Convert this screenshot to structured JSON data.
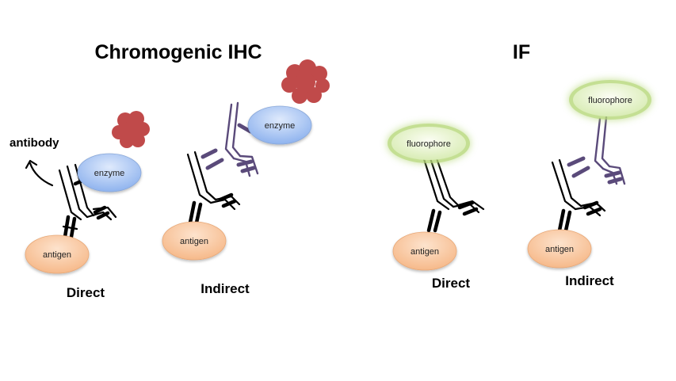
{
  "titles": {
    "left": "Chromogenic IHC",
    "right": "IF"
  },
  "labels": {
    "antibody": "antibody",
    "ihc_direct": "Direct",
    "ihc_indirect": "Indirect",
    "if_direct": "Direct",
    "if_indirect": "Indirect"
  },
  "ovals": {
    "antigen": "antigen",
    "enzyme": "enzyme",
    "fluorophore": "fluorophore"
  },
  "colors": {
    "antigen_fill": "#f8c49a",
    "enzyme_fill": "#a9c6f2",
    "fluorophore_fill": "#e3f2c2",
    "fluorophore_glow": "#b6d879",
    "substrate_fill": "#c04a4a",
    "secondary_antibody": "#5a4a7a",
    "primary_antibody": "#000000"
  }
}
